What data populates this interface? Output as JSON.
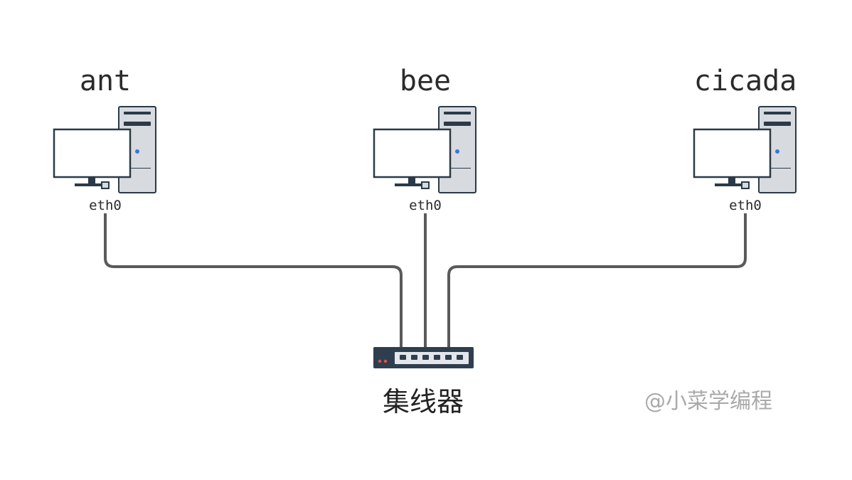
{
  "hosts": [
    {
      "name": "ant",
      "interface": "eth0"
    },
    {
      "name": "bee",
      "interface": "eth0"
    },
    {
      "name": "cicada",
      "interface": "eth0"
    }
  ],
  "hub": {
    "label": "集线器"
  },
  "watermark": "@小菜学编程",
  "colors": {
    "cable": "#5a5a5a",
    "tower_body": "#d7dbe0",
    "outline": "#2b3a48",
    "monitor_screen": "#ffffff",
    "power_led": "#3a78d8",
    "hub_body": "#2f3e4e",
    "hub_panel": "#e3e6ea",
    "hub_led": "#e2533f"
  }
}
